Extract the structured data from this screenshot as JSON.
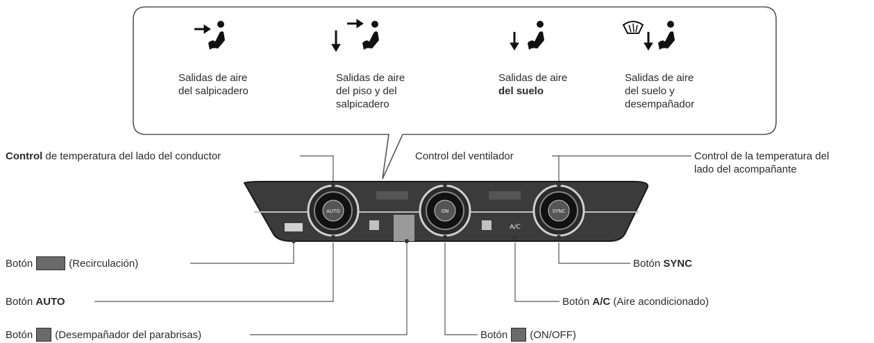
{
  "modes": [
    {
      "icon": "dashboard-vent-icon",
      "lines": [
        "Salidas de aire",
        "del salpicadero"
      ]
    },
    {
      "icon": "floor-dashboard-vent-icon",
      "lines": [
        "Salidas de aire",
        "del piso y del",
        "salpicadero"
      ]
    },
    {
      "icon": "floor-vent-icon",
      "lines": [
        "Salidas de aire",
        "del suelo"
      ]
    },
    {
      "icon": "floor-defrost-vent-icon",
      "lines": [
        "Salidas de aire",
        "del suelo y",
        "desempañador"
      ]
    }
  ],
  "callouts": {
    "driver_temp": {
      "pre": "Control",
      "mid": " de temperatura del lado del conductor"
    },
    "fan": "Control del ventilador",
    "passenger_temp_1": "Control de la temperatura del",
    "passenger_temp_2": "lado del acompañante",
    "recirc_pre": "Botón",
    "recirc_post": "(Recirculación)",
    "auto_pre": "Botón",
    "auto_bold": "AUTO",
    "defrost_pre": "Botón",
    "defrost_post": "(Desempañador del parabrisas)",
    "onoff_pre": "Botón",
    "onoff_post": "(ON/OFF)",
    "sync_pre": "Botón",
    "sync_bold": "SYNC",
    "ac_pre": "Botón",
    "ac_bold": "A/C",
    "ac_post": " (Aire acondicionado)"
  },
  "panel": {
    "left_knob_label": "AUTO",
    "center_knob_label": "ON",
    "right_knob_label": "SYNC",
    "ac_button_label": "A/C"
  },
  "colors": {
    "panel": "#3b3b3b",
    "panel_dark": "#1f1f1f",
    "accent": "#c8c8c8",
    "line": "#444444"
  }
}
